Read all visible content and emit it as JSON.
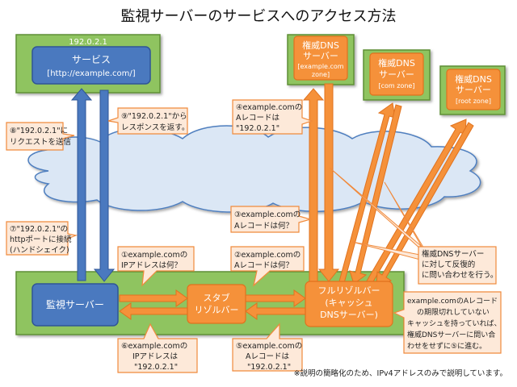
{
  "title": "監視サーバーのサービスへのアクセス方法",
  "colors": {
    "green_fill": "#8fc460",
    "green_stroke": "#5e8f36",
    "blue_fill": "#4a79bf",
    "blue_stroke": "#2f5597",
    "orange_fill": "#f5913a",
    "orange_stroke": "#e0721e",
    "callout_fill": "#fde9d9",
    "callout_stroke": "#f08a3c",
    "cloud_fill": "#dbe7f5",
    "cloud_stroke": "#4f7fbf"
  },
  "service_host": {
    "ip": "192.0.2.1",
    "service_name": "サービス",
    "service_url": "[http://example.com/]"
  },
  "dns_servers": [
    {
      "label_1": "権威DNS",
      "label_2": "サーバー",
      "zone_1": "[example.com",
      "zone_2": "zone]"
    },
    {
      "label_1": "権威DNS",
      "label_2": "サーバー",
      "zone_1": "[com zone]"
    },
    {
      "label_1": "権威DNS",
      "label_2": "サーバー",
      "zone_1": "[root zone]"
    }
  ],
  "monitor": {
    "label": "監視サーバー"
  },
  "stub": {
    "label_1": "スタブ",
    "label_2": "リゾルバー"
  },
  "full_resolver": {
    "label_1": "フルリゾルバー",
    "label_2": "(キャッシュ",
    "label_3": "DNSサーバー)"
  },
  "callouts": {
    "c8": [
      "⑧\"192.0.2.1\"に",
      "リクエストを送信"
    ],
    "c9": [
      "⑨\"192.0.2.1\"から",
      "レスポンスを返す。"
    ],
    "c7": [
      "⑦\"192.0.2.1\"の",
      "httpポートに接続",
      "(ハンドシェイク)"
    ],
    "c1": [
      "①example.comの",
      "IPアドレスは何？"
    ],
    "c2": [
      "②example.comの",
      "Aレコードは何？"
    ],
    "c3": [
      "③example.comの",
      "Aレコードは何？"
    ],
    "c4": [
      "④example.comの",
      "Aレコードは",
      "\"192.0.2.1\""
    ],
    "c5": [
      "⑤example.comの",
      "Aレコードは",
      "\"192.0.2.1\""
    ],
    "c6": [
      "⑥example.comの",
      "IPアドレスは",
      "\"192.0.2.1\""
    ],
    "iter": [
      "権威DNSサーバー",
      "に対して反復的",
      "に問い合わせを行う。"
    ],
    "cache": [
      "example.comのAレコード",
      "の期限切れしていない",
      "キャッシュを持っていれば、",
      "権威DNSサーバーに問い合",
      "わせをせずに⑤に進む。"
    ]
  },
  "footnote": "※説明の簡略化のため、IPv4アドレスのみで説明しています。"
}
